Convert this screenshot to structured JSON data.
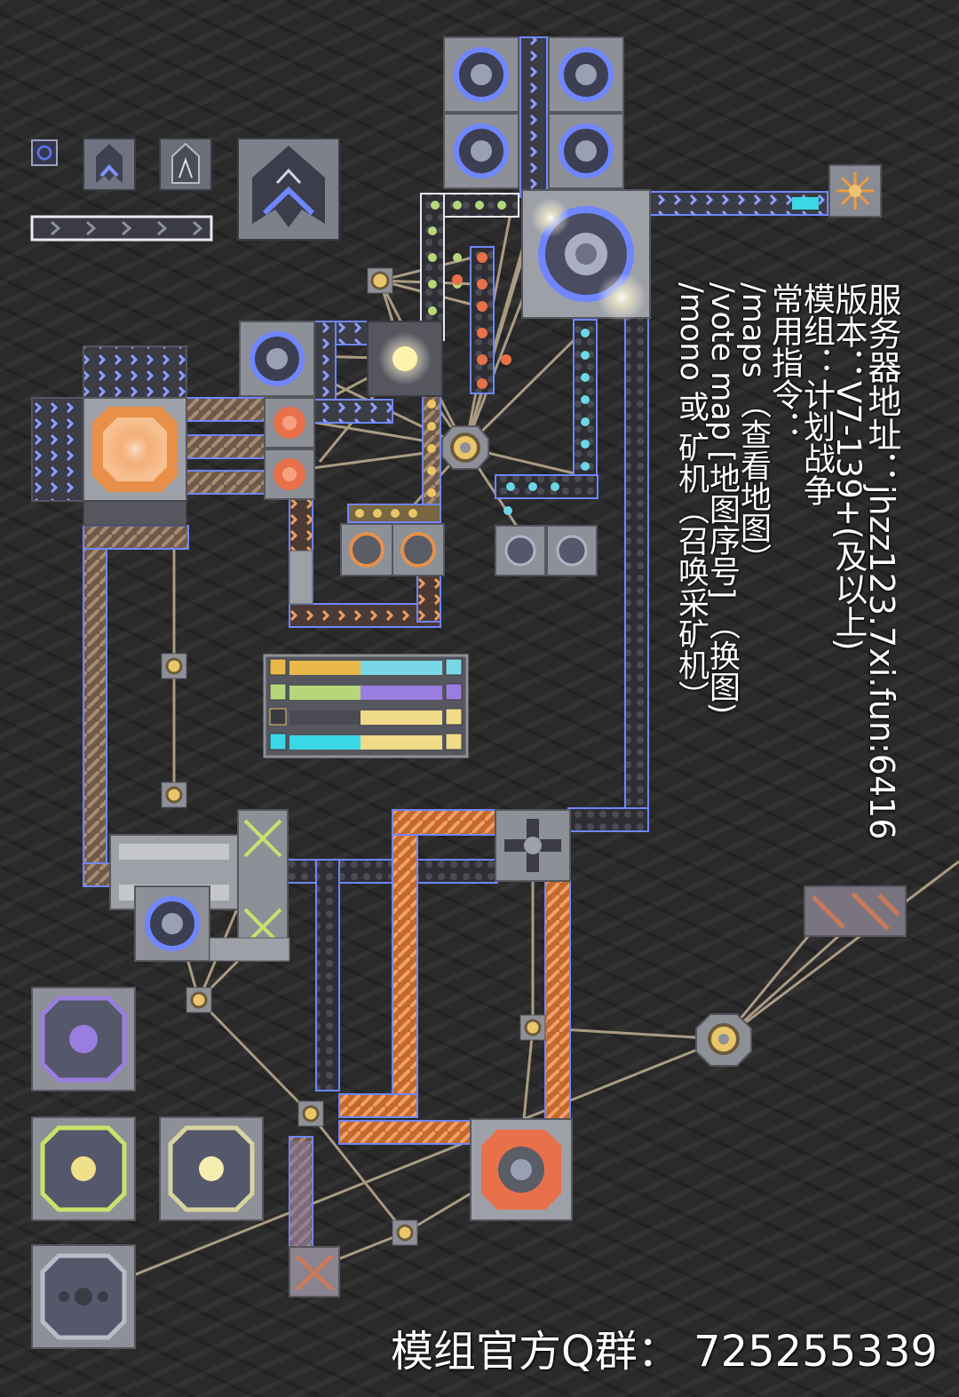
{
  "overlay": {
    "server_address": "服务器地址：jhzz123.7xi.fun:6416",
    "version": "版本：V7-139+(及以上)",
    "mod": "模组：计划战争",
    "commands_title": "常用指令：",
    "cmd_maps": "/maps （查看地图）",
    "cmd_vote": "/vote map [地图序号] （换图)",
    "cmd_mono": "/mono 或 矿机（召唤采矿机）",
    "qq_group": "模组官方Q群：  725255339"
  },
  "palette": {
    "background": "#2b2a2a",
    "block_gray": "#8e9098",
    "block_dark": "#55565e",
    "accent_blue": "#5b6fe0",
    "accent_orange": "#e87f3a",
    "accent_gold": "#e9c66a",
    "accent_cyan": "#69d7e6",
    "accent_lime": "#c9e26a",
    "accent_purple": "#9a7de0",
    "laser_beam": "#c9b89a",
    "conveyor_dark": "#3a3a40",
    "conveyor_orange": "#e28a45",
    "conveyor_brown": "#9c7a5e"
  },
  "scene_icons": [
    "core-shard-icon",
    "core-foundation-icon",
    "core-nucleus-icon",
    "power-node-icon",
    "laser-node-icon",
    "conveyor-icon",
    "router-icon",
    "sorter-icon",
    "drill-icon",
    "turret-icon"
  ]
}
